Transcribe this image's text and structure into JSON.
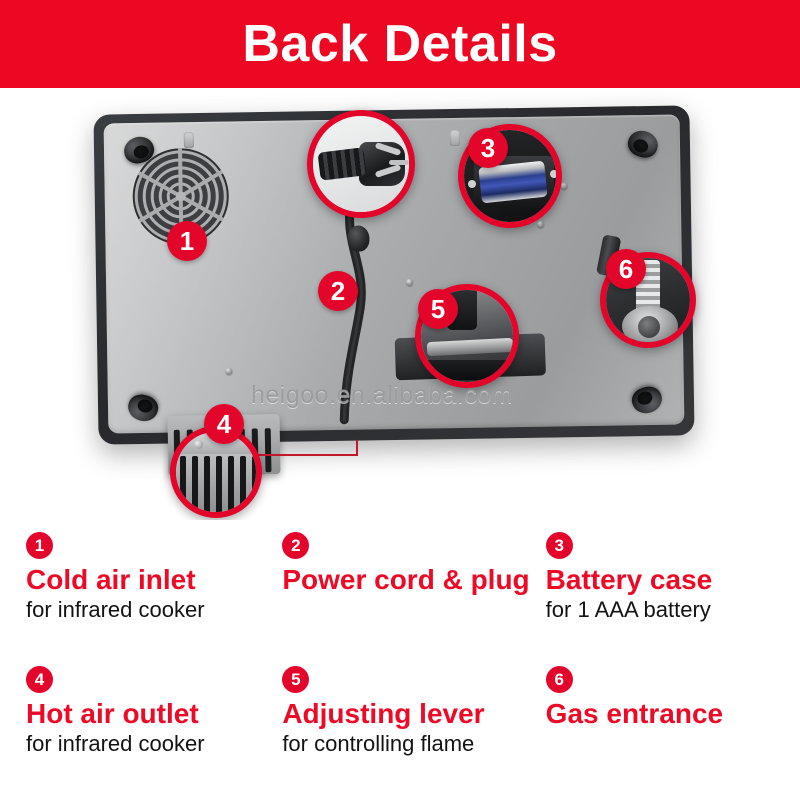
{
  "header": {
    "title": "Back Details",
    "background_color": "#ec0722",
    "text_color": "#ffffff"
  },
  "colors": {
    "accent_red": "#e4052a",
    "banner_red": "#ec0722",
    "legend_title_red": "#ec0a26",
    "legend_sub_black": "#131313",
    "panel_gray": "#a9abad",
    "bezel_dark": "#2b2d30"
  },
  "photo": {
    "alt": "Back panel of infrared gas cooker",
    "watermark": "heigoo.en.alibaba.com",
    "callouts": [
      {
        "number": "1",
        "target": "cold-air-inlet-fan-grille"
      },
      {
        "number": "2",
        "target": "power-cord-plug"
      },
      {
        "number": "3",
        "target": "battery-case"
      },
      {
        "number": "4",
        "target": "hot-air-outlet-louvers"
      },
      {
        "number": "5",
        "target": "adjusting-lever"
      },
      {
        "number": "6",
        "target": "gas-entrance"
      }
    ]
  },
  "legend": {
    "items": [
      {
        "number": "1",
        "title": "Cold air inlet",
        "subtitle": "for infrared cooker"
      },
      {
        "number": "2",
        "title": "Power cord & plug",
        "subtitle": ""
      },
      {
        "number": "3",
        "title": "Battery case",
        "subtitle": "for 1 AAA battery"
      },
      {
        "number": "4",
        "title": "Hot air outlet",
        "subtitle": "for infrared cooker"
      },
      {
        "number": "5",
        "title": "Adjusting lever",
        "subtitle": "for controlling flame"
      },
      {
        "number": "6",
        "title": "Gas entrance",
        "subtitle": ""
      }
    ]
  }
}
